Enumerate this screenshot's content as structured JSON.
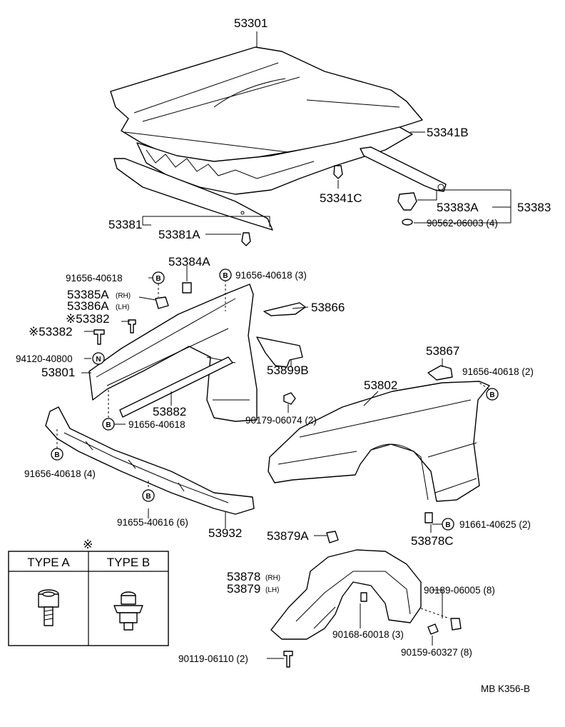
{
  "labels": {
    "p53301": "53301",
    "p53341B": "53341B",
    "p53341C": "53341C",
    "p53383A": "53383A",
    "p53383": "53383",
    "p90562": "90562-06003 (4)",
    "p53381": "53381",
    "p53381A": "53381A",
    "p53384A": "53384A",
    "p91656_a": "91656-40618",
    "p91656_3": "91656-40618 (3)",
    "p53385A": "53385A",
    "p53385A_side": "(RH)",
    "p53386A": "53386A",
    "p53386A_side": "(LH)",
    "p53382_1": "※53382",
    "p53382_2": "※53382",
    "p53866": "53866",
    "p94120": "94120-40800",
    "p53801": "53801",
    "p53899B": "53899B",
    "p53882": "53882",
    "p91656_b": "91656-40618",
    "p90179": "90179-06074 (2)",
    "p53867": "53867",
    "p91656_2": "91656-40618 (2)",
    "p53802": "53802",
    "p91656_4": "91656-40618 (4)",
    "p91655": "91655-40616 (6)",
    "p53932": "53932",
    "p91661": "91661-40625 (2)",
    "p53878C": "53878C",
    "p53879A": "53879A",
    "p53878": "53878",
    "p53878_side": "(RH)",
    "p53879": "53879",
    "p53879_side": "(LH)",
    "p90189": "90189-06005 (8)",
    "p90168": "90168-60018 (3)",
    "p90159": "90159-60327 (8)",
    "p90119": "90119-06110 (2)"
  },
  "symbols": {
    "bolt_b": "B",
    "nut_n": "N"
  },
  "type_table": {
    "marker": "※",
    "type_a": "TYPE  A",
    "type_b": "TYPE  B"
  },
  "footer": {
    "code": "MB  K356-B"
  }
}
